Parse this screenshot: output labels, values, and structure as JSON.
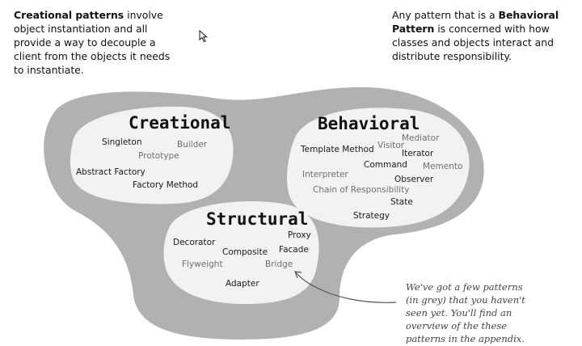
{
  "notes": {
    "creational": {
      "bold": "Creational patterns",
      "rest": " involve object instantiation and all provide a way to decouple a client from the objects it needs to instantiate."
    },
    "behavioral": {
      "prefix": "Any pattern that is a ",
      "bold": "Behavioral Pattern",
      "rest": " is concerned with how classes and objects interact and distribute responsibility."
    }
  },
  "groups": {
    "creational": {
      "title": "Creational",
      "patterns": [
        {
          "label": "Singleton",
          "grey": false
        },
        {
          "label": "Builder",
          "grey": true
        },
        {
          "label": "Prototype",
          "grey": true
        },
        {
          "label": "Abstract Factory",
          "grey": false
        },
        {
          "label": "Factory Method",
          "grey": false
        }
      ]
    },
    "behavioral": {
      "title": "Behavioral",
      "patterns": [
        {
          "label": "Mediator",
          "grey": true
        },
        {
          "label": "Template Method",
          "grey": false
        },
        {
          "label": "Visitor",
          "grey": true
        },
        {
          "label": "Iterator",
          "grey": false
        },
        {
          "label": "Command",
          "grey": false
        },
        {
          "label": "Memento",
          "grey": true
        },
        {
          "label": "Interpreter",
          "grey": true
        },
        {
          "label": "Observer",
          "grey": false
        },
        {
          "label": "Chain of Responsibility",
          "grey": true
        },
        {
          "label": "State",
          "grey": false
        },
        {
          "label": "Strategy",
          "grey": false
        }
      ]
    },
    "structural": {
      "title": "Structural",
      "patterns": [
        {
          "label": "Proxy",
          "grey": false
        },
        {
          "label": "Decorator",
          "grey": false
        },
        {
          "label": "Facade",
          "grey": false
        },
        {
          "label": "Composite",
          "grey": false
        },
        {
          "label": "Flyweight",
          "grey": true
        },
        {
          "label": "Bridge",
          "grey": true
        },
        {
          "label": "Adapter",
          "grey": false
        }
      ]
    }
  },
  "annotation": {
    "lines": [
      "We've got a few patterns",
      "(in grey) that you haven't",
      "seen yet.  You'll find an",
      "overview of the these",
      "patterns in the appendix."
    ]
  },
  "colors": {
    "blob": "#b1b1b1",
    "inner": "#f2f2f2",
    "grey_text": "#6f6f6f"
  }
}
